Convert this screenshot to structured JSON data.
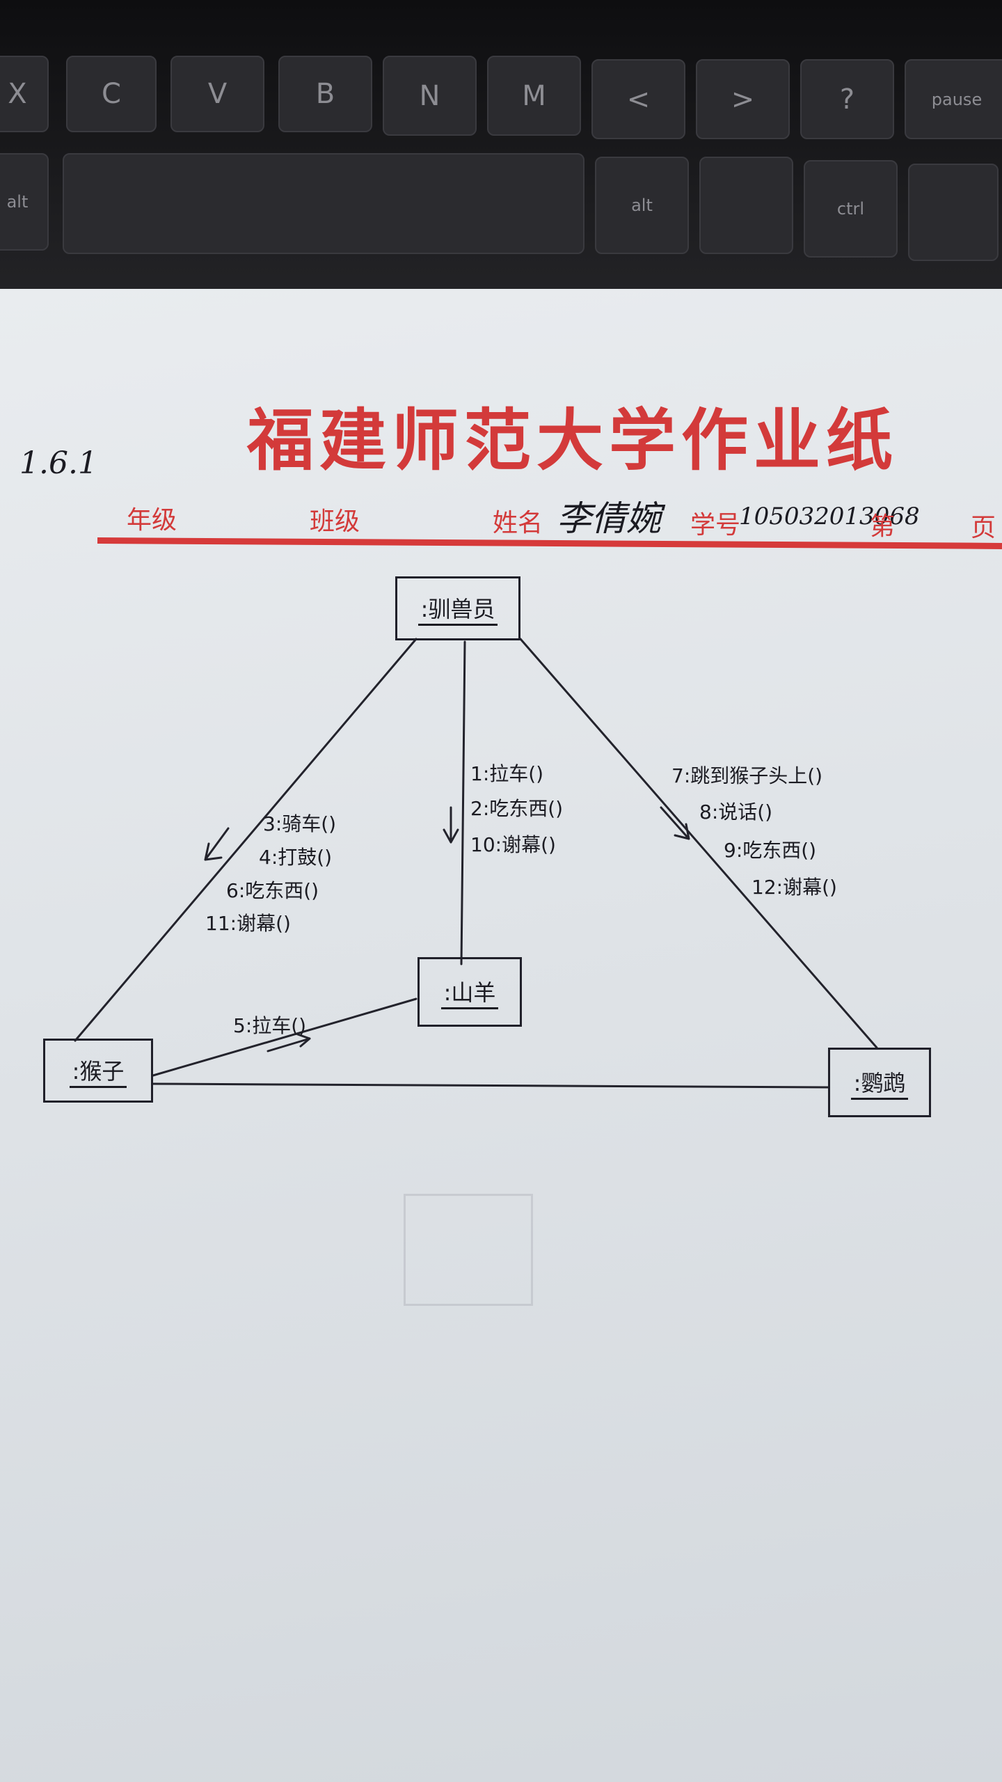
{
  "keyboard": {
    "keys": [
      "X",
      "C",
      "V",
      "B",
      "N",
      "M",
      "<",
      ">",
      "?",
      "pause",
      "alt",
      "alt",
      "ctrl"
    ]
  },
  "worksheet": {
    "exercise_number": "1.6.1",
    "university_title": "福建师范大学作业纸",
    "fields": {
      "grade_label": "年级",
      "class_label": "班级",
      "name_label": "姓名",
      "name_value": "李倩婉",
      "student_id_label": "学号",
      "student_id_value": "105032013068",
      "page_label_a": "第",
      "page_label_b": "页"
    }
  },
  "diagram": {
    "nodes": {
      "top": ":驯兽员",
      "middle": ":山羊",
      "left": ":猴子",
      "right": ":鹦鹉"
    },
    "messages": {
      "trainer_monkey": [
        "3:骑车()",
        "4:打鼓()",
        "6:吃东西()",
        "11:谢幕()"
      ],
      "trainer_goat": [
        "1:拉车()",
        "2:吃东西()",
        "10:谢幕()"
      ],
      "trainer_parrot": [
        "7:跳到猴子头上()",
        "8:说话()",
        "9:吃东西()",
        "12:谢幕()"
      ],
      "monkey_goat": [
        "5:拉车()"
      ]
    }
  }
}
